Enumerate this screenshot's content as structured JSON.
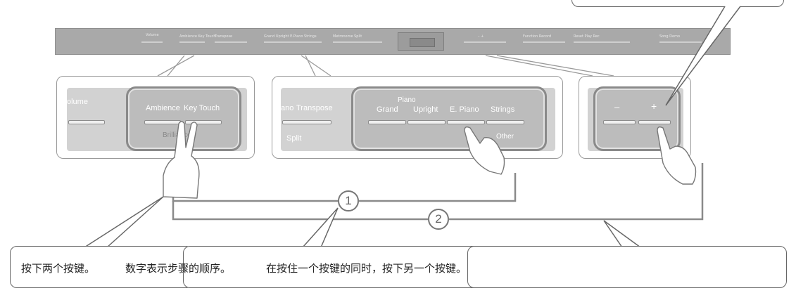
{
  "zoom_left": {
    "labels": {
      "volume": "olume",
      "ambience": "Ambience",
      "key_touch": "Key Touch",
      "sub": "Brilliance"
    }
  },
  "zoom_center": {
    "labels": {
      "transpose_prefix": "ano",
      "transpose": "Transpose",
      "split": "Split",
      "piano_header": "Piano",
      "grand": "Grand",
      "upright": "Upright",
      "e_piano": "E. Piano",
      "strings": "Strings",
      "other": "Other"
    }
  },
  "zoom_right": {
    "labels": {
      "minus": "–",
      "plus": "+"
    }
  },
  "steps": [
    {
      "number": "1"
    },
    {
      "number": "2"
    }
  ],
  "captions": {
    "press_two": "按下两个按键。",
    "step_order": "数字表示步骤的顺序。",
    "hold_press": "在按住一个按键的同时，按下另一个按键。"
  },
  "colors": {
    "panel": "#a9a9a9",
    "highlight_frame": "#8a8a8a",
    "outline": "#666666"
  }
}
